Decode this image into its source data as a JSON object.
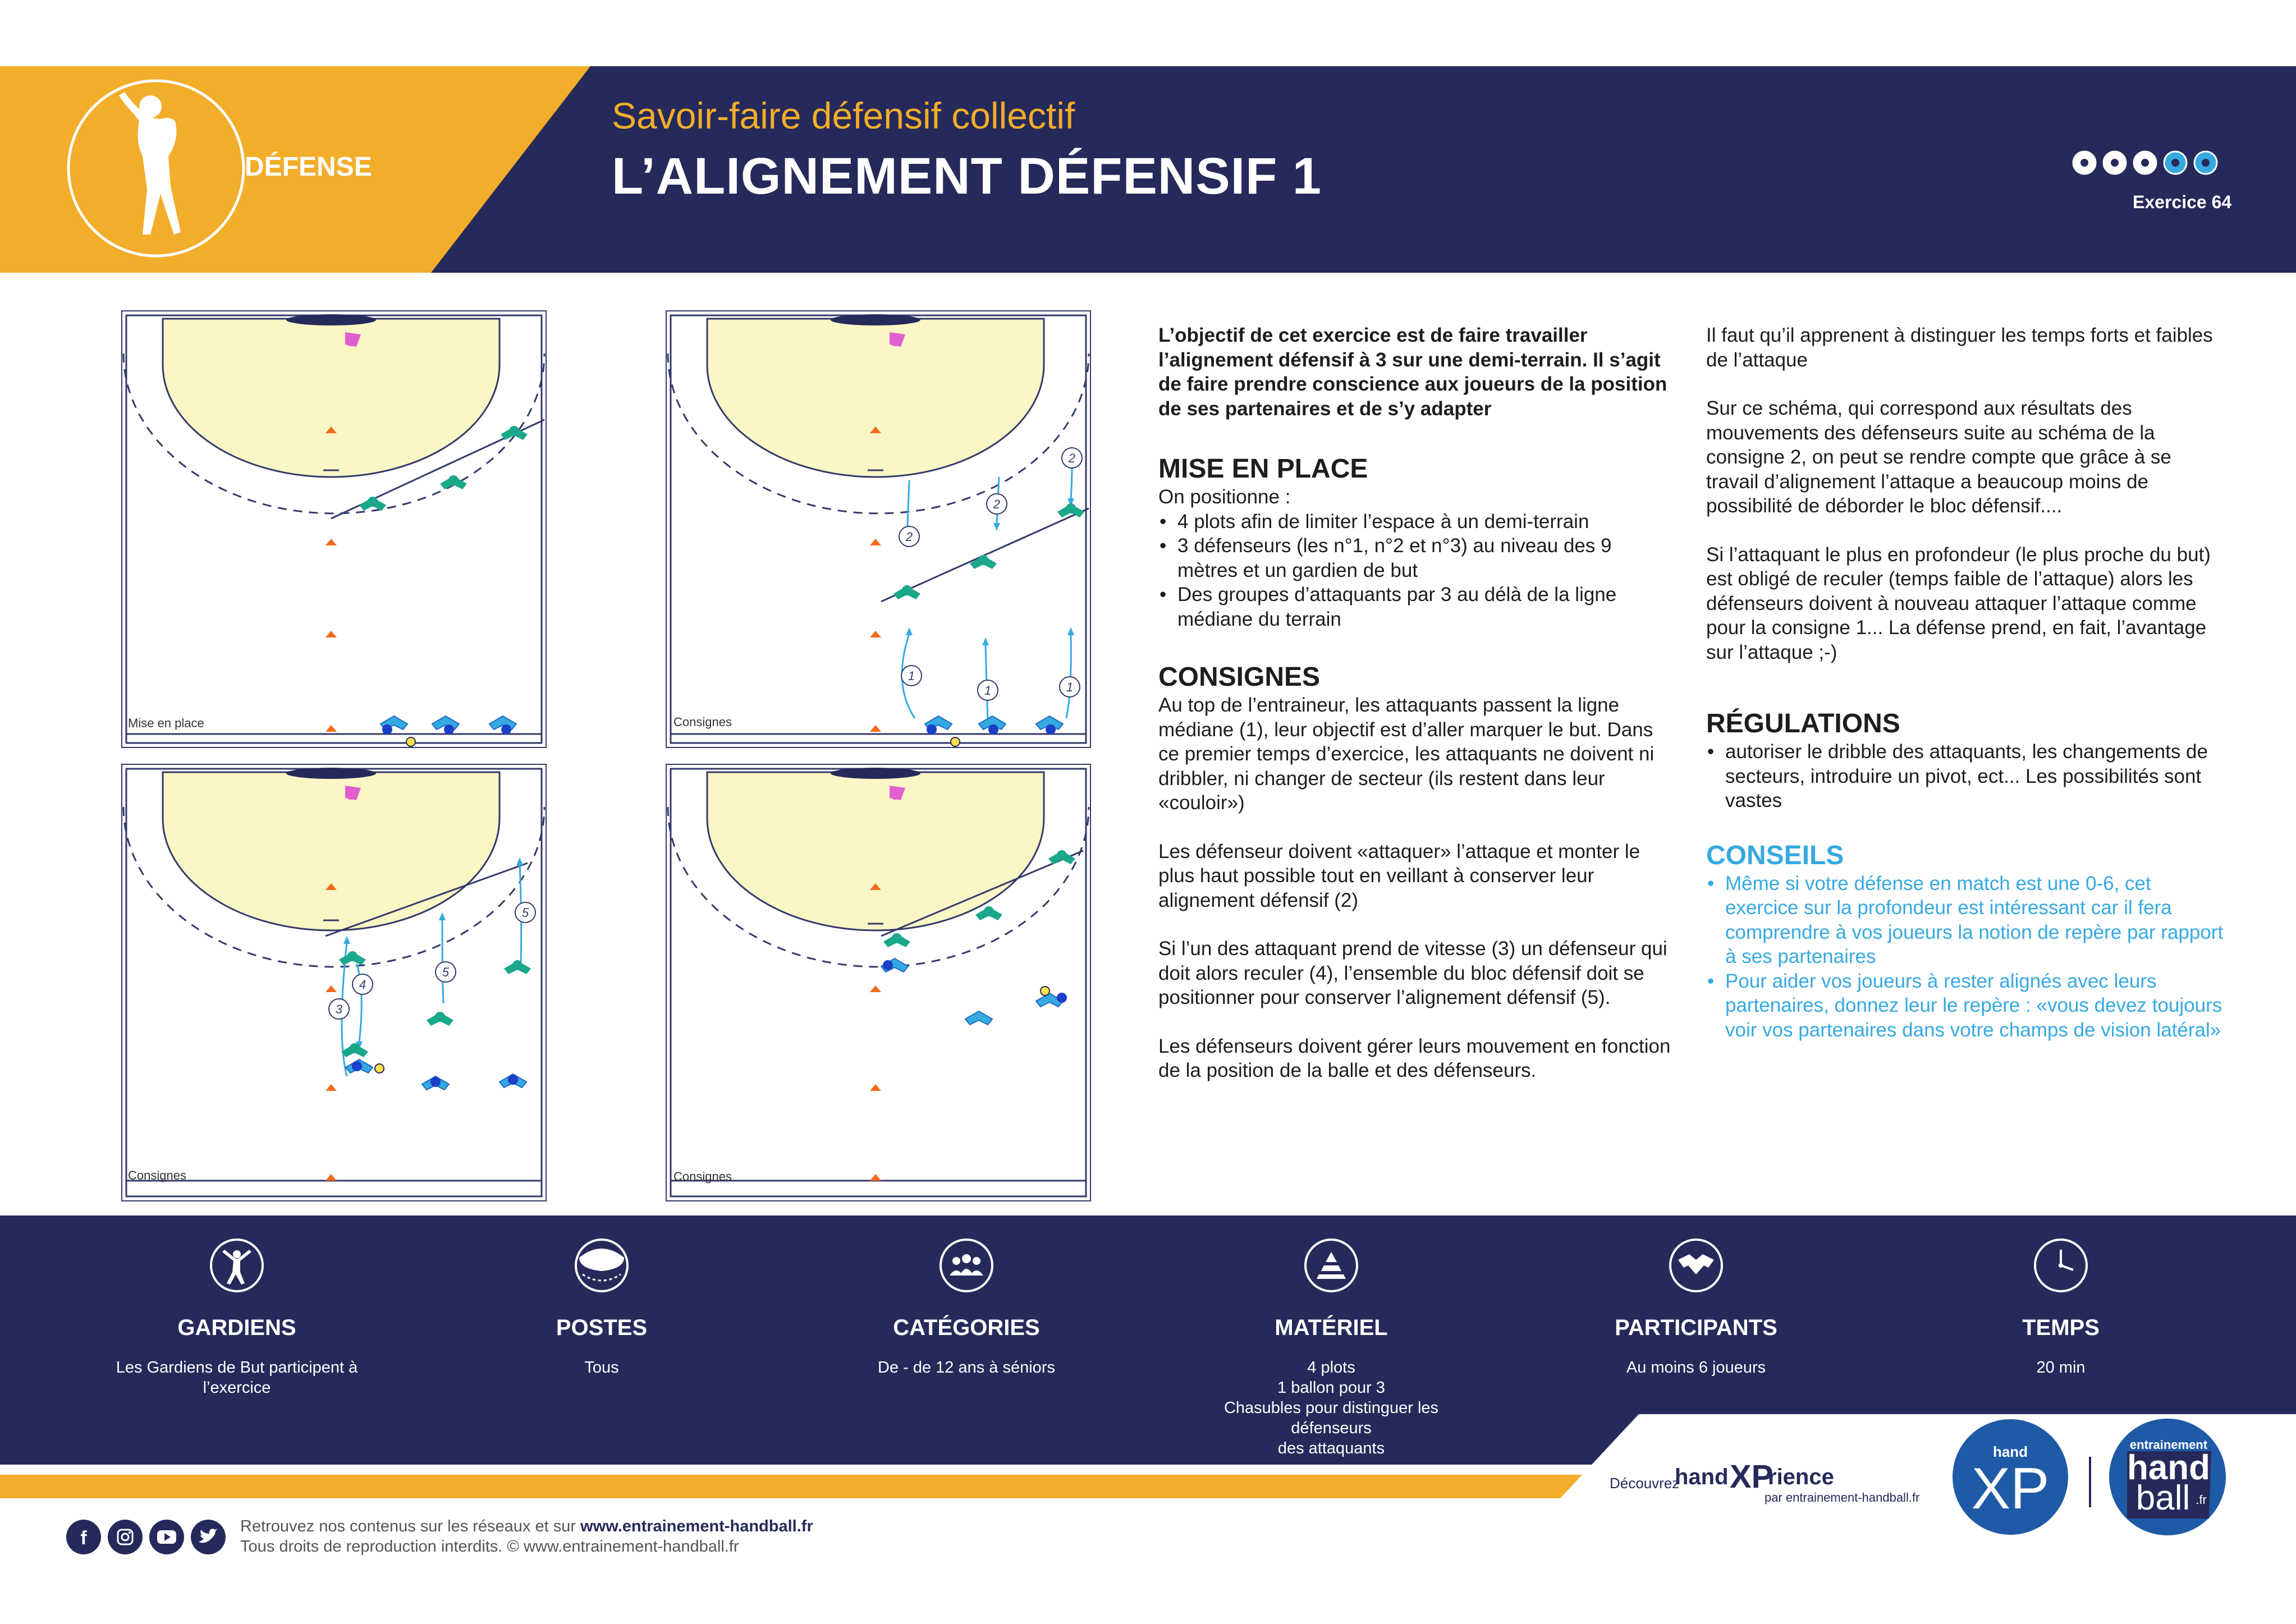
{
  "header": {
    "category": "DÉFENSE",
    "subtitle": "Savoir-faire défensif collectif",
    "title": "L’ALIGNEMENT DÉFENSIF 1",
    "difficulty_filled": 3,
    "difficulty_total": 5,
    "exercise_label": "Exercice  64",
    "colors": {
      "navy": "#262a5a",
      "yellow": "#f2ad2a",
      "blue": "#36a9e1",
      "teal": "#1aa88a"
    }
  },
  "diagrams": [
    {
      "label": "Mise en place"
    },
    {
      "label": "Consignes"
    },
    {
      "label": "Consignes"
    },
    {
      "label": "Consignes"
    }
  ],
  "numbers": {
    "one": "1",
    "two": "2",
    "three": "3",
    "four": "4",
    "five": "5"
  },
  "content": {
    "intro": "L’objectif de cet exercice est de faire travailler l’alignement défensif à 3 sur une demi-terrain. Il s’agit de faire prendre conscience aux joueurs de la position de ses partenaires et de s’y adapter",
    "mise_title": "MISE EN PLACE",
    "mise_lead": "On positionne :",
    "mise_items": [
      "4 plots afin de limiter l’espace à un demi-terrain",
      "3 défenseurs (les n°1, n°2 et n°3) au niveau des 9 mètres et un gardien de but",
      "Des groupes d’attaquants par 3 au délà de la ligne médiane du terrain"
    ],
    "consignes_title": "CONSIGNES",
    "consignes_paras": [
      "Au top de l’entraineur, les attaquants passent la ligne médiane (1), leur objectif est d’aller marquer le but. Dans ce premier temps d’exercice, les attaquants ne doivent ni dribbler, ni changer de secteur (ils restent dans leur «couloir»)",
      "Les défenseur doivent «attaquer» l’attaque et monter le plus haut possible tout en veillant à conserver leur alignement défensif (2)",
      "Si l’un des attaquant prend de vitesse (3) un défenseur qui doit alors reculer (4), l’ensemble du bloc défensif doit se positionner pour conserver l’alignement défensif (5).",
      "Les défenseurs doivent gérer leurs mouvement en fonction de la position de la balle et des défenseurs."
    ],
    "right_paras": [
      "Il faut qu’il apprenent à distinguer les temps forts et faibles de l’attaque",
      "Sur ce schéma, qui correspond aux résultats des mouvements des défenseurs suite au schéma de la consigne 2, on peut se rendre compte que grâce à se travail d’alignement l’attaque a beaucoup moins de possibilité de déborder le bloc défensif....",
      "Si l’attaquant le plus en profondeur (le plus proche du but) est obligé de reculer (temps faible de l’attaque) alors les défenseurs doivent à nouveau attaquer l’attaque comme pour la consigne 1... La défense prend, en fait, l’avantage sur l’attaque ;-)"
    ],
    "regulations_title": "RÉGULATIONS",
    "regulations_items": [
      "autoriser le dribble des attaquants, les changements de secteurs, introduire un pivot, ect... Les possibilités sont vastes"
    ],
    "conseils_title": "CONSEILS",
    "conseils_items": [
      "Même si votre défense en match est une 0-6, cet exercice sur la profondeur est intéressant car il fera comprendre à vos joueurs la notion de repère par rapport à ses partenaires",
      "Pour aider vos joueurs à rester alignés avec leurs partenaires, donnez leur le repère : «vous devez toujours voir vos partenaires dans votre champs de vision latéral»"
    ]
  },
  "footer": {
    "items": [
      {
        "icon": "goalkeeper-icon",
        "label": "GARDIENS",
        "value": "Les Gardiens de But participent à l’exercice"
      },
      {
        "icon": "court-icon",
        "label": "POSTES",
        "value": "Tous"
      },
      {
        "icon": "group-icon",
        "label": "CATÉGORIES",
        "value": "De - de 12 ans à séniors"
      },
      {
        "icon": "cone-icon",
        "label": "MATÉRIEL",
        "value_lines": [
          "4 plots",
          "1 ballon pour 3",
          "Chasubles pour distinguer les défenseurs",
          "des attaquants"
        ]
      },
      {
        "icon": "jersey-icon",
        "label": "PARTICIPANTS",
        "value": "Au moins 6 joueurs"
      },
      {
        "icon": "clock-icon",
        "label": "TEMPS",
        "value": "20 min"
      }
    ],
    "discover": "Découvrez",
    "brand_hand": "hand",
    "brand_xp": "XP",
    "brand_rience": "rience",
    "brand_by": "par entrainement-handball.fr",
    "logo_xp_small": "hand",
    "logo_xp_big": "XP",
    "logo_hb_top": "entrainement",
    "logo_hb_mid": "hand",
    "logo_hb_bot": "ball",
    "logo_hb_fr": ".fr",
    "credits_line1_pre": "Retrouvez nos contenus sur les réseaux et sur ",
    "credits_line1_url": "www.entrainement-handball.fr",
    "credits_line2": "Tous droits de reproduction interdits. © www.entrainement-handball.fr",
    "socials": [
      "facebook-icon",
      "instagram-icon",
      "youtube-icon",
      "twitter-icon"
    ]
  }
}
